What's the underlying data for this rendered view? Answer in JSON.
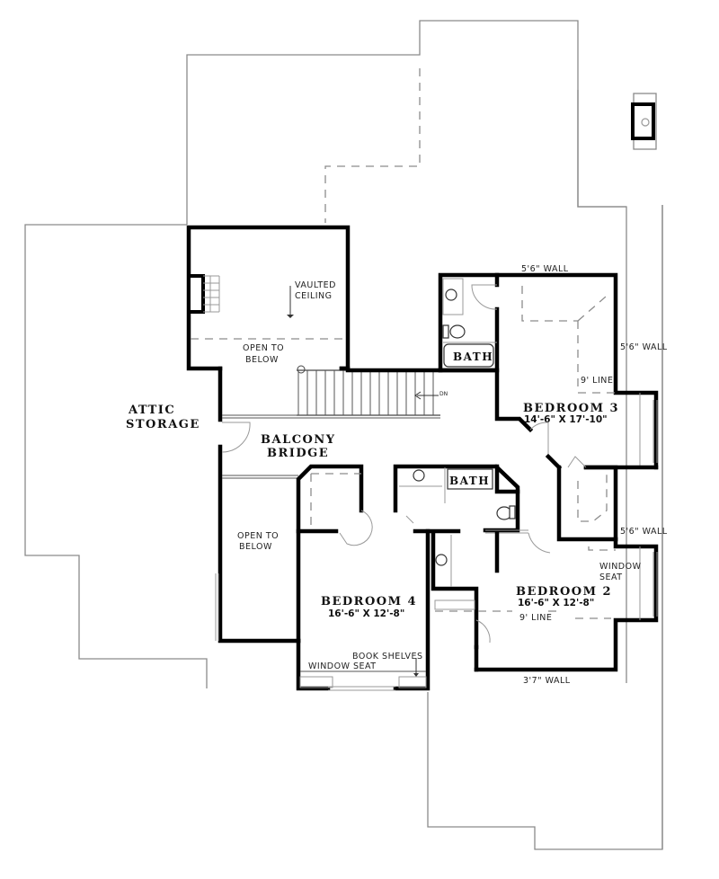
{
  "plan": {
    "type": "second-floor-plan",
    "rooms": [
      {
        "id": "attic-storage",
        "line1": "ATTIC",
        "line2": "STORAGE"
      },
      {
        "id": "balcony-bridge",
        "line1": "BALCONY",
        "line2": "BRIDGE"
      },
      {
        "id": "bedroom-3",
        "title": "BEDROOM 3",
        "dims": "14'-6\" X 17'-10\""
      },
      {
        "id": "bedroom-4",
        "title": "BEDROOM 4",
        "dims": "16'-6\" X 12'-8\""
      },
      {
        "id": "bedroom-2",
        "title": "BEDROOM 2",
        "dims": "16'-6\" X 12'-8\""
      },
      {
        "id": "bath-upper",
        "title": "BATH"
      },
      {
        "id": "bath-middle",
        "title": "BATH"
      }
    ],
    "notes": {
      "vaulted_1": "VAULTED",
      "vaulted_2": "CEILING",
      "open_below_top_1": "OPEN TO",
      "open_below_top_2": "BELOW",
      "open_below_left_1": "OPEN TO",
      "open_below_left_2": "BELOW",
      "wall_top_b3": "5'6\" WALL",
      "wall_right_b3": "5'6\" WALL",
      "nine_line_b3": "9' LINE",
      "wall_right_b2": "5'6\" WALL",
      "window_seat_b2_1": "WINDOW",
      "window_seat_b2_2": "SEAT",
      "nine_line_b2": "9' LINE",
      "wall_bottom_b2": "3'7\" WALL",
      "book_shelves": "BOOK SHELVES",
      "window_seat_b4": "WINDOW SEAT",
      "stair_dn": "DN"
    },
    "colors": {
      "wall": "#000000",
      "outline": "#8a8a8a",
      "dashed": "#8c8c8c",
      "background": "#ffffff"
    }
  }
}
